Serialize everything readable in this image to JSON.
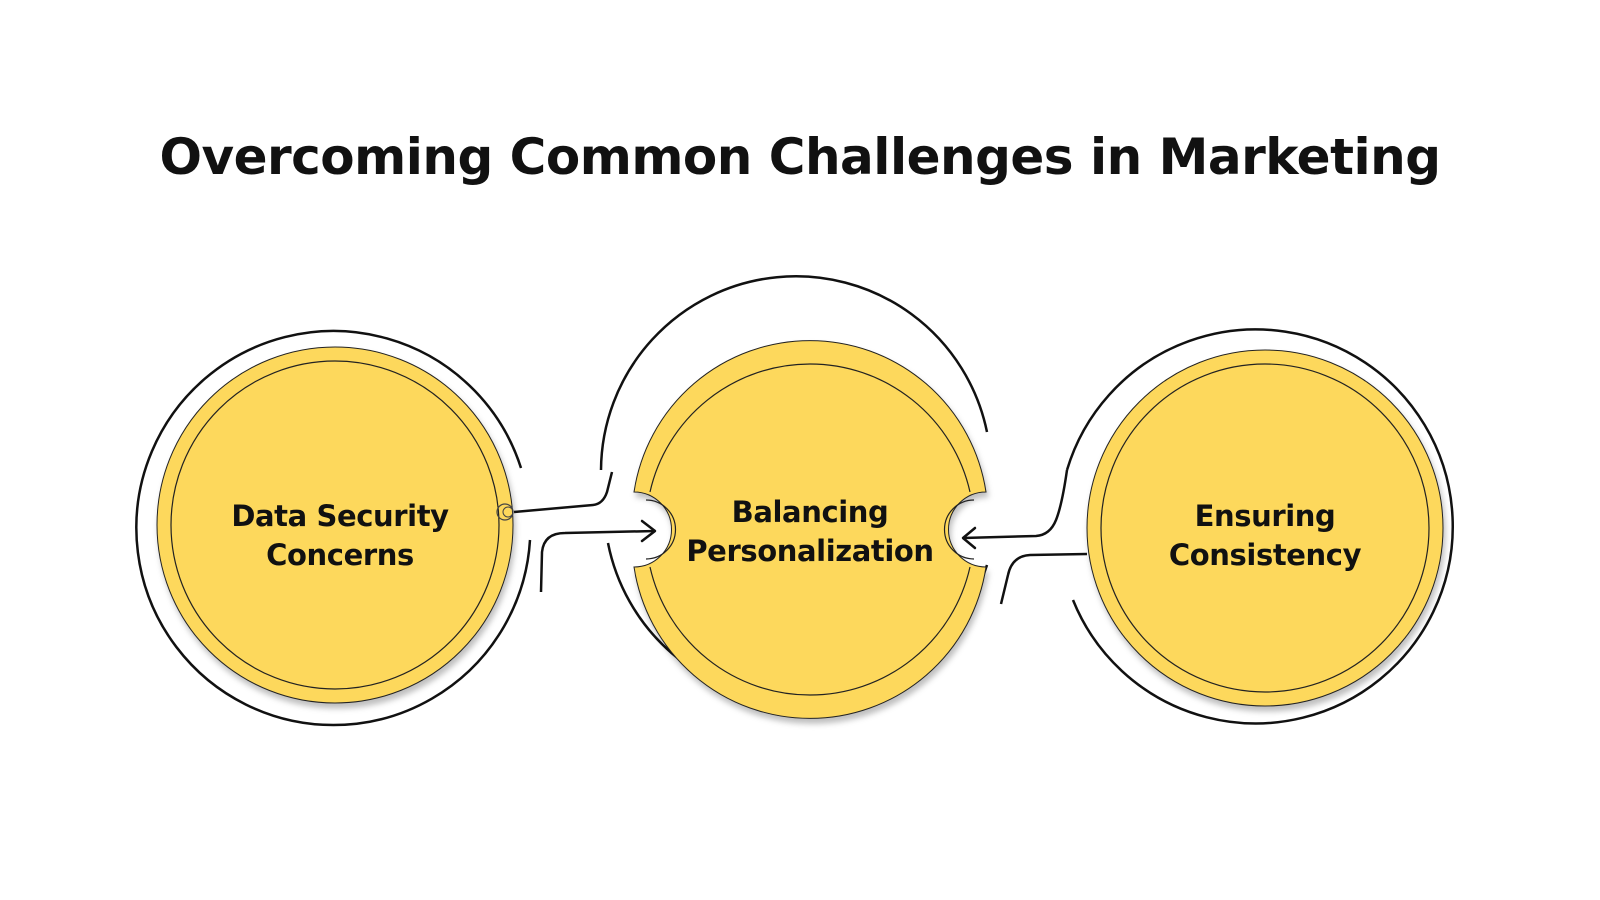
{
  "title": "Overcoming Common Challenges in Marketing",
  "nodes": [
    {
      "label_lines": [
        "Data Security",
        "Concerns"
      ]
    },
    {
      "label_lines": [
        "Balancing",
        "Personalization"
      ]
    },
    {
      "label_lines": [
        "Ensuring",
        "Consistency"
      ]
    }
  ],
  "colors": {
    "fill": "#FDD85C",
    "stroke": "#111111",
    "background": "#FFFFFF"
  }
}
